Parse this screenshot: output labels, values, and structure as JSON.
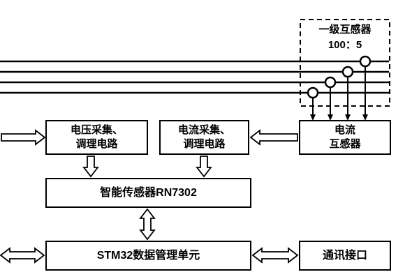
{
  "labels": {
    "primary_transformer": "一级互感器",
    "ratio": "100：5",
    "voltage_acq_line1": "电压采集、",
    "voltage_acq_line2": "调理电路",
    "current_acq_line1": "电流采集、",
    "current_acq_line2": "调理电路",
    "ct_line1": "电流",
    "ct_line2": "互感器",
    "smart_sensor": "智能传感器RN7302",
    "stm32": "STM32数据管理单元",
    "comm": "通讯接口"
  },
  "colors": {
    "line": "#000000",
    "box_fill": "#ffffff",
    "background": "#ffffff"
  }
}
